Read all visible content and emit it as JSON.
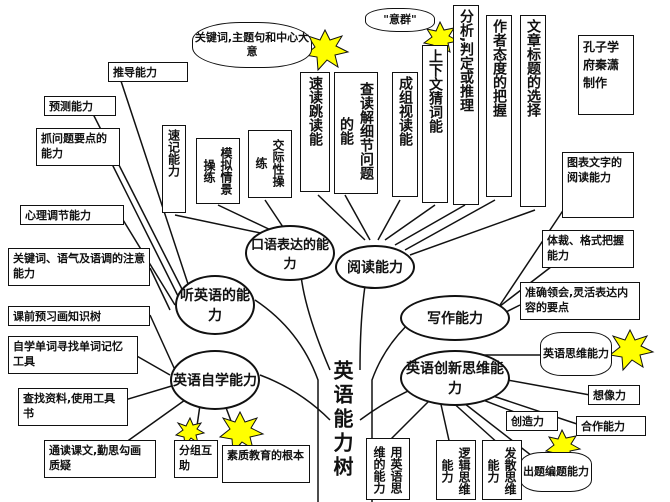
{
  "center": "英语能力树",
  "ovals": {
    "speaking": "口语表达的能力",
    "reading": "阅读能力",
    "listening": "听英语的能力",
    "writing": "写作能力",
    "selfstudy": "英语自学能力",
    "innovation": "英语创新思维能力"
  },
  "reading_branches": [
    "速读跳读能",
    "查读解细节问题的能",
    "成组视读能",
    "上下文猜词能",
    "分析,判定或推理",
    "作者态度的把握",
    "文章标题的选择"
  ],
  "speaking_branches": [
    "速记能力",
    "模拟情景操练",
    "交际性操练"
  ],
  "listening_branches": [
    "推导能力",
    "预测能力",
    "抓问题要点的能力",
    "心理调节能力",
    "关键词、语气及语调的注意能力"
  ],
  "selfstudy_branches": [
    "课前预习画知识树",
    "自学单词寻找单词记忆工具",
    "查找资料,使用工具书",
    "通读课文,勤思勾画质疑",
    "分组互助",
    "素质教育的根本"
  ],
  "writing_branches": [
    "孔子学府秦潇制作",
    "图表文字的阅读能力",
    "体裁、格式把握能力",
    "准确领会,灵活表达内容的要点"
  ],
  "innovation_branches": [
    "英语思维能力",
    "想像力",
    "合作能力",
    "创造力",
    "出题编题能力",
    "发散思维能力",
    "逻辑思维能力",
    "用英语思维的能力"
  ],
  "clouds": {
    "keywords": "关键词,主题句和中心大意",
    "yiqun": "\"意群\""
  }
}
